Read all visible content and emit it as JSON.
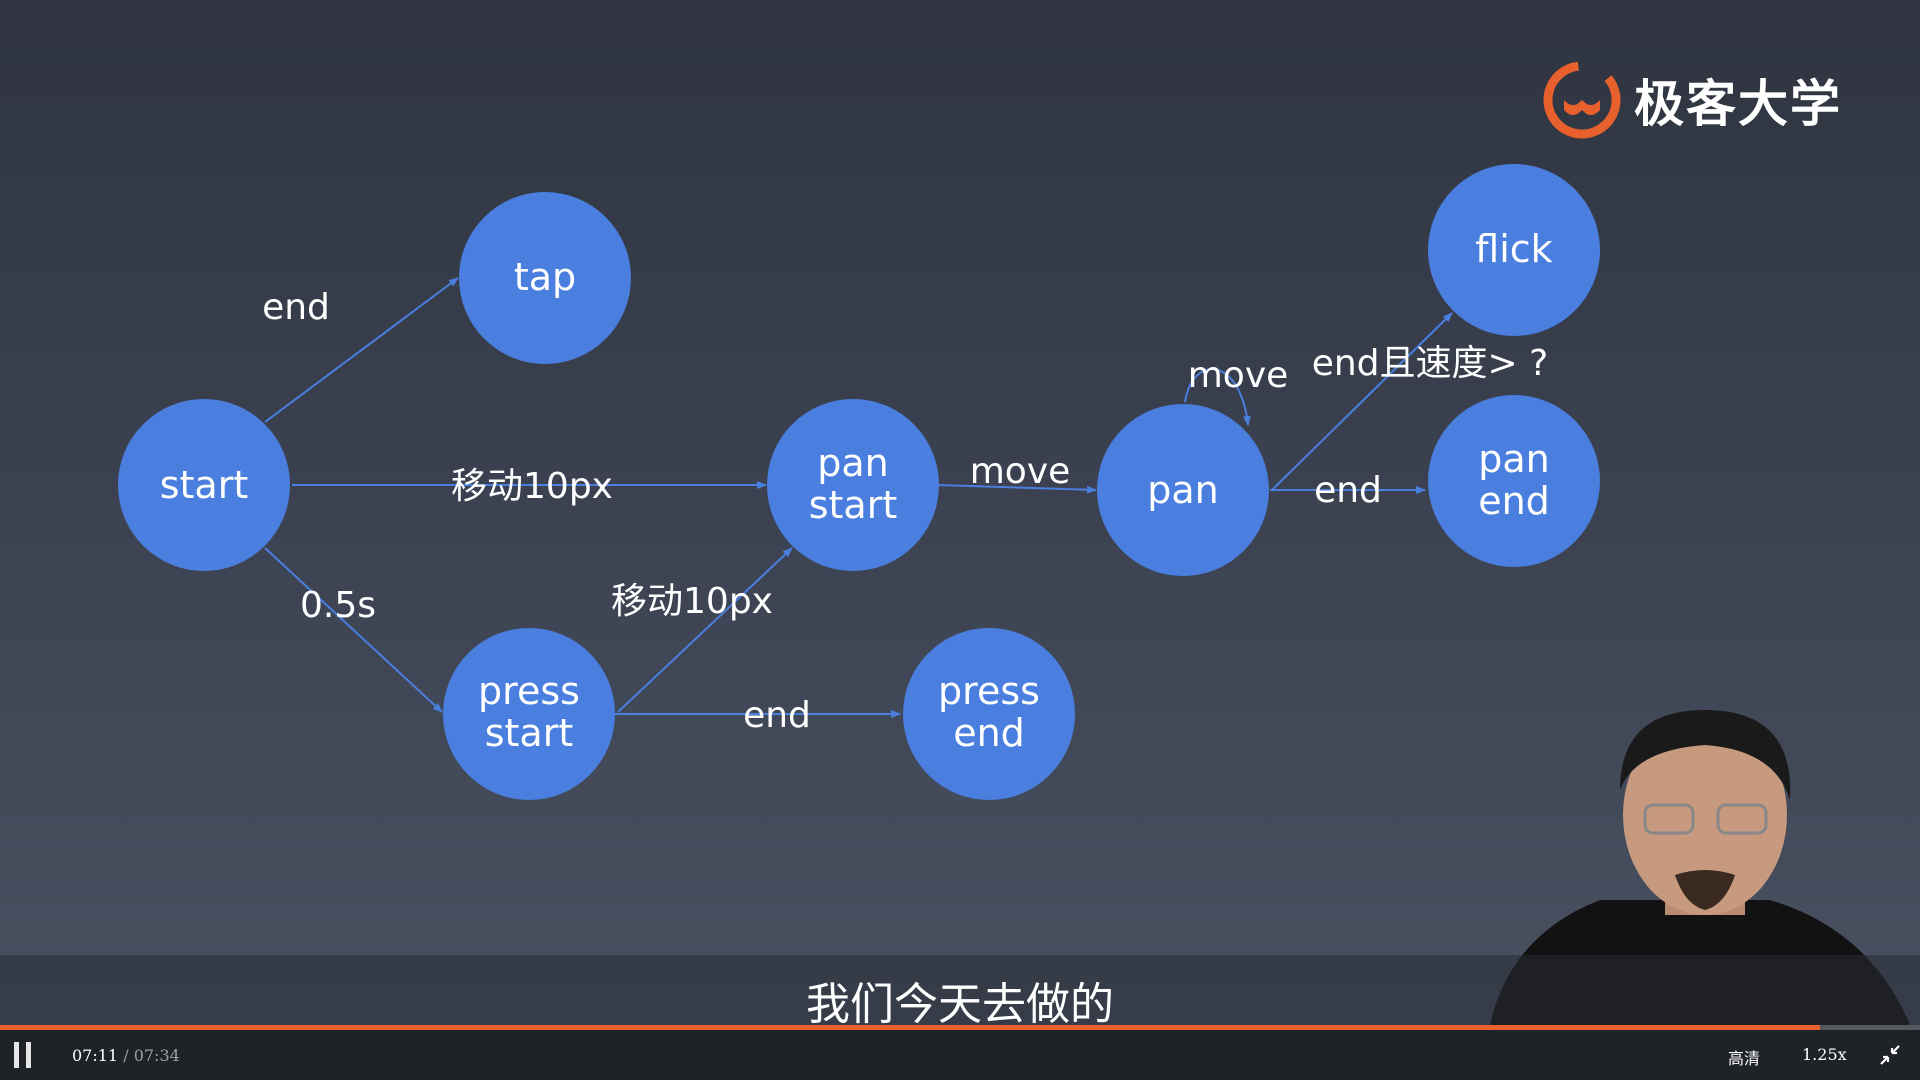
{
  "diagram": {
    "nodes": {
      "start": "start",
      "tap": "tap",
      "pan_start": [
        "pan",
        "start"
      ],
      "press_start": [
        "press",
        "start"
      ],
      "press_end": [
        "press",
        "end"
      ],
      "pan": "pan",
      "flick": "flick",
      "pan_end": [
        "pan",
        "end"
      ]
    },
    "edges": {
      "start_tap": "end",
      "start_panstart": "移动10px",
      "start_pressstart": "0.5s",
      "pressstart_panstart": "移动10px",
      "pressstart_pressend": "end",
      "panstart_pan": "move",
      "pan_self": "move",
      "pan_flick": "end且速度> ?",
      "pan_panend": "end"
    }
  },
  "logo": {
    "text": "极客大学"
  },
  "subtitle": "我们今天去做的",
  "player": {
    "current_time": "07:11",
    "separator": "/",
    "duration": "07:34",
    "progress": 0.948,
    "quality": "高清",
    "speed": "1.25x"
  },
  "colors": {
    "node": "#4a7fe0",
    "accent": "#e8612c",
    "logo": "#e8612c"
  }
}
